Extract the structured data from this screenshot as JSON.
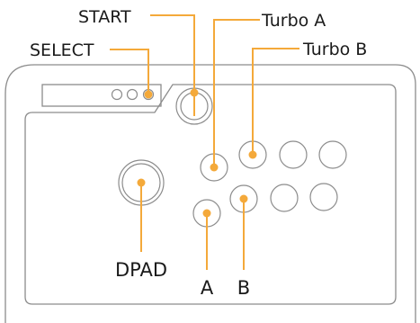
{
  "labels": {
    "start": "START",
    "select": "SELECT",
    "turbo_a": "Turbo A",
    "turbo_b": "Turbo B",
    "dpad": "DPAD",
    "a": "A",
    "b": "B"
  },
  "colors": {
    "accent": "#F4A93A",
    "outline": "#8C8C8C",
    "text": "#1A1A1A"
  }
}
